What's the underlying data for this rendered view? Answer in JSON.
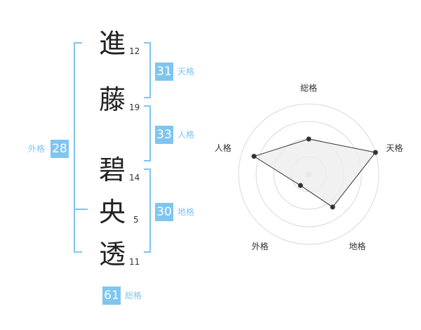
{
  "name_chars": [
    {
      "char": "進",
      "strokes": "12"
    },
    {
      "char": "藤",
      "strokes": "19"
    },
    {
      "char": "碧",
      "strokes": "14"
    },
    {
      "char": "央",
      "strokes": "5"
    },
    {
      "char": "透",
      "strokes": "11"
    }
  ],
  "scores": {
    "tenkaku": {
      "value": "31",
      "label": "天格"
    },
    "jinkaku": {
      "value": "33",
      "label": "人格"
    },
    "chikaku": {
      "value": "30",
      "label": "地格"
    },
    "gaikaku": {
      "value": "28",
      "label": "外格"
    },
    "soukaku": {
      "value": "61",
      "label": "総格"
    }
  },
  "colors": {
    "accent": "#7fc5f0",
    "polygon_fill": "#eeeeee",
    "polygon_stroke": "#333333"
  },
  "chart_data": {
    "type": "radar",
    "axes": [
      "総格",
      "天格",
      "地格",
      "外格",
      "人格"
    ],
    "values": [
      0.5,
      1.0,
      0.58,
      0.2,
      0.82
    ],
    "rings": 4
  }
}
